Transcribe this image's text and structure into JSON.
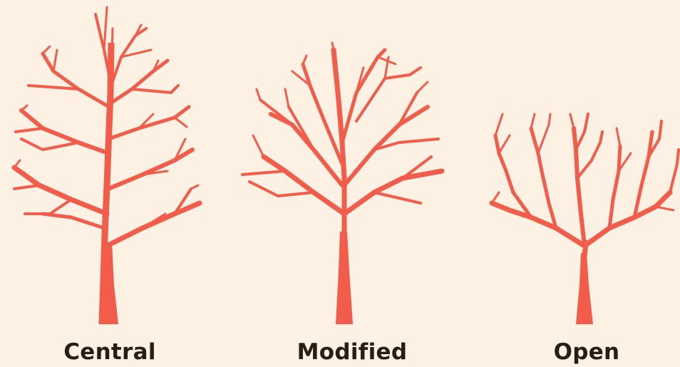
{
  "labels": {
    "central": "Central",
    "modified": "Modified",
    "open": "Open"
  },
  "colors": {
    "background": "#fcf1e3",
    "branch": "#f25c4a",
    "text": "#2a1d16"
  }
}
